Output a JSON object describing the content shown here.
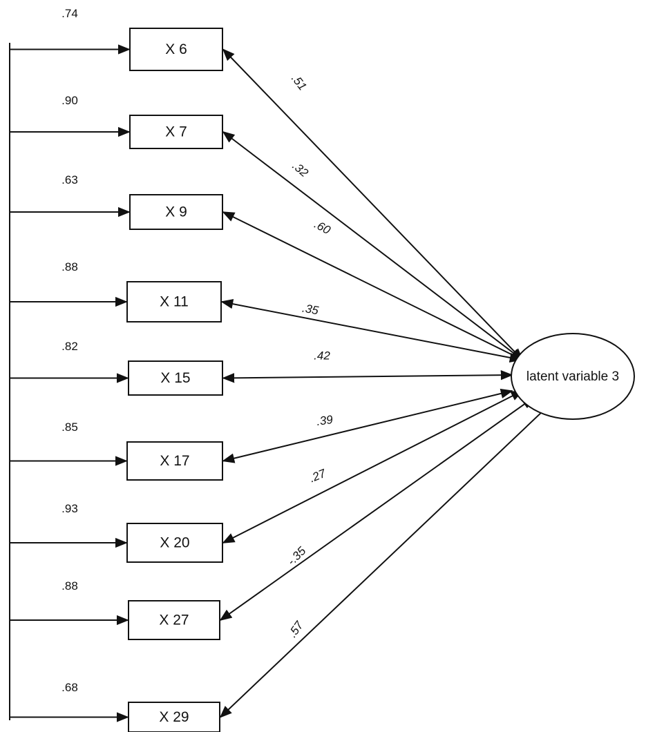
{
  "latent": {
    "label": "latent variable 3"
  },
  "indicators": [
    {
      "label": "X 6",
      "error_variance": ".74",
      "loading": ".51"
    },
    {
      "label": "X 7",
      "error_variance": ".90",
      "loading": ".32"
    },
    {
      "label": "X 9",
      "error_variance": ".63",
      "loading": ".60"
    },
    {
      "label": "X 11",
      "error_variance": ".88",
      "loading": ".35"
    },
    {
      "label": "X 15",
      "error_variance": ".82",
      "loading": ".42"
    },
    {
      "label": "X 17",
      "error_variance": ".85",
      "loading": ".39"
    },
    {
      "label": "X 20",
      "error_variance": ".93",
      "loading": ".27"
    },
    {
      "label": "X 27",
      "error_variance": ".88",
      "loading": "-.35"
    },
    {
      "label": "X 29",
      "error_variance": ".68",
      "loading": ".57"
    }
  ]
}
